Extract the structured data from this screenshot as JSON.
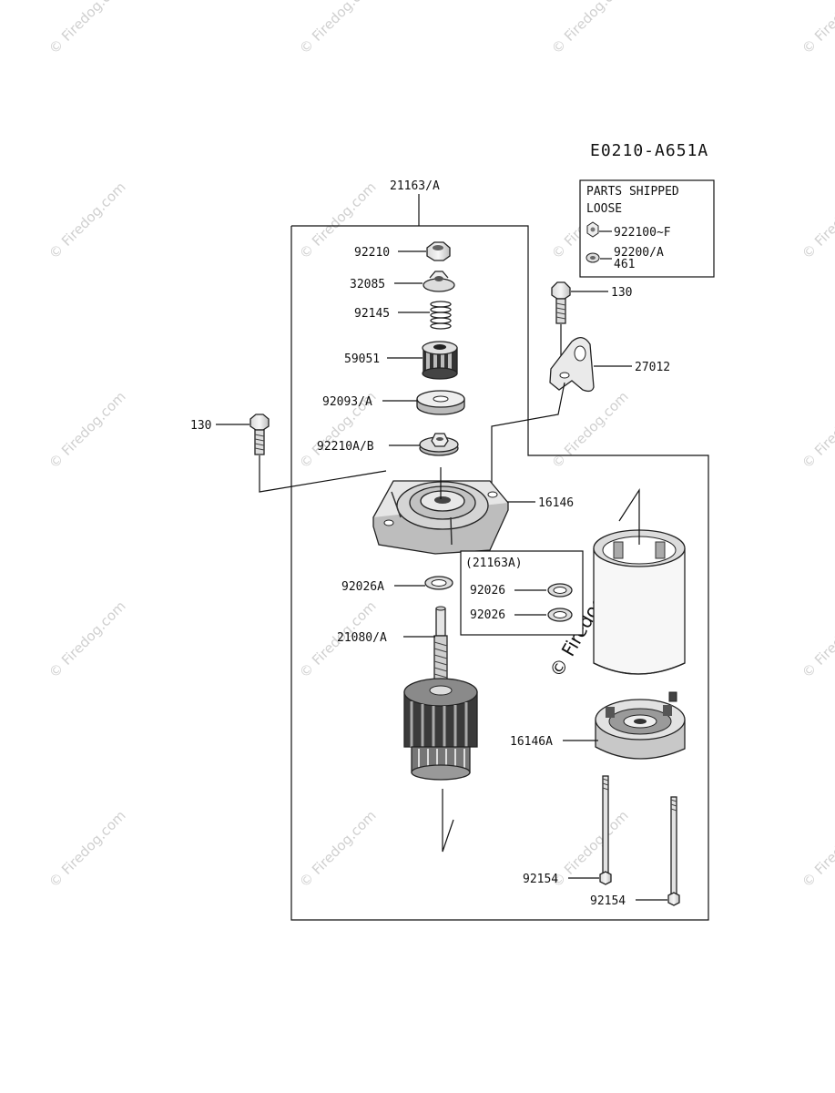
{
  "diagram_code": "E0210-A651A",
  "watermark": "© Firedog.com",
  "loose_box": {
    "title_line1": "PARTS SHIPPED",
    "title_line2": "LOOSE",
    "item1": "922100~F",
    "item2_line1": "92200/A",
    "item2_line2": "461"
  },
  "kit_box_title": "(21163A)",
  "labels": {
    "assembly": "21163/A",
    "nut": "92210",
    "collar": "32085",
    "spring": "92145",
    "pinion": "59051",
    "washer_stop": "92093/A",
    "nut_ab": "92210A/B",
    "front_bracket": "16146",
    "washer_a": "92026A",
    "washer_kit_1": "92026",
    "washer_kit_2": "92026",
    "armature": "21080/A",
    "bolt_left": "130",
    "bolt_right": "130",
    "stay_bracket": "27012",
    "rear_bracket": "16146A",
    "through_bolt_1": "92154",
    "through_bolt_2": "92154"
  },
  "colors": {
    "line": "#111111",
    "part_fill": "#e9e9e9",
    "part_dark": "#555555",
    "watermark": "#d0d0d0"
  }
}
